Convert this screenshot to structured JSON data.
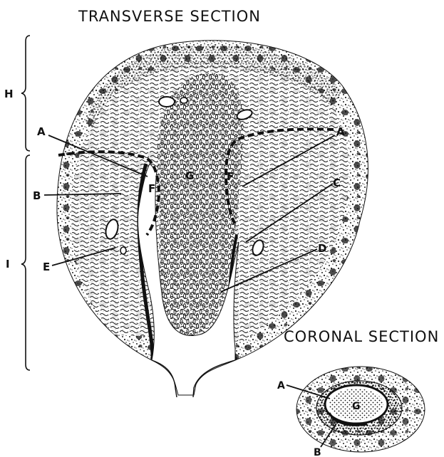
{
  "titles": {
    "transverse": "TRANSVERSE SECTION",
    "coronal": "CORONAL SECTION"
  },
  "labels": {
    "H": "H",
    "I": "I",
    "A": "A",
    "B": "B",
    "C": "C",
    "D": "D",
    "E": "E",
    "F": "F",
    "G": "G"
  },
  "colors": {
    "ink": "#111111",
    "paper": "#ffffff"
  }
}
